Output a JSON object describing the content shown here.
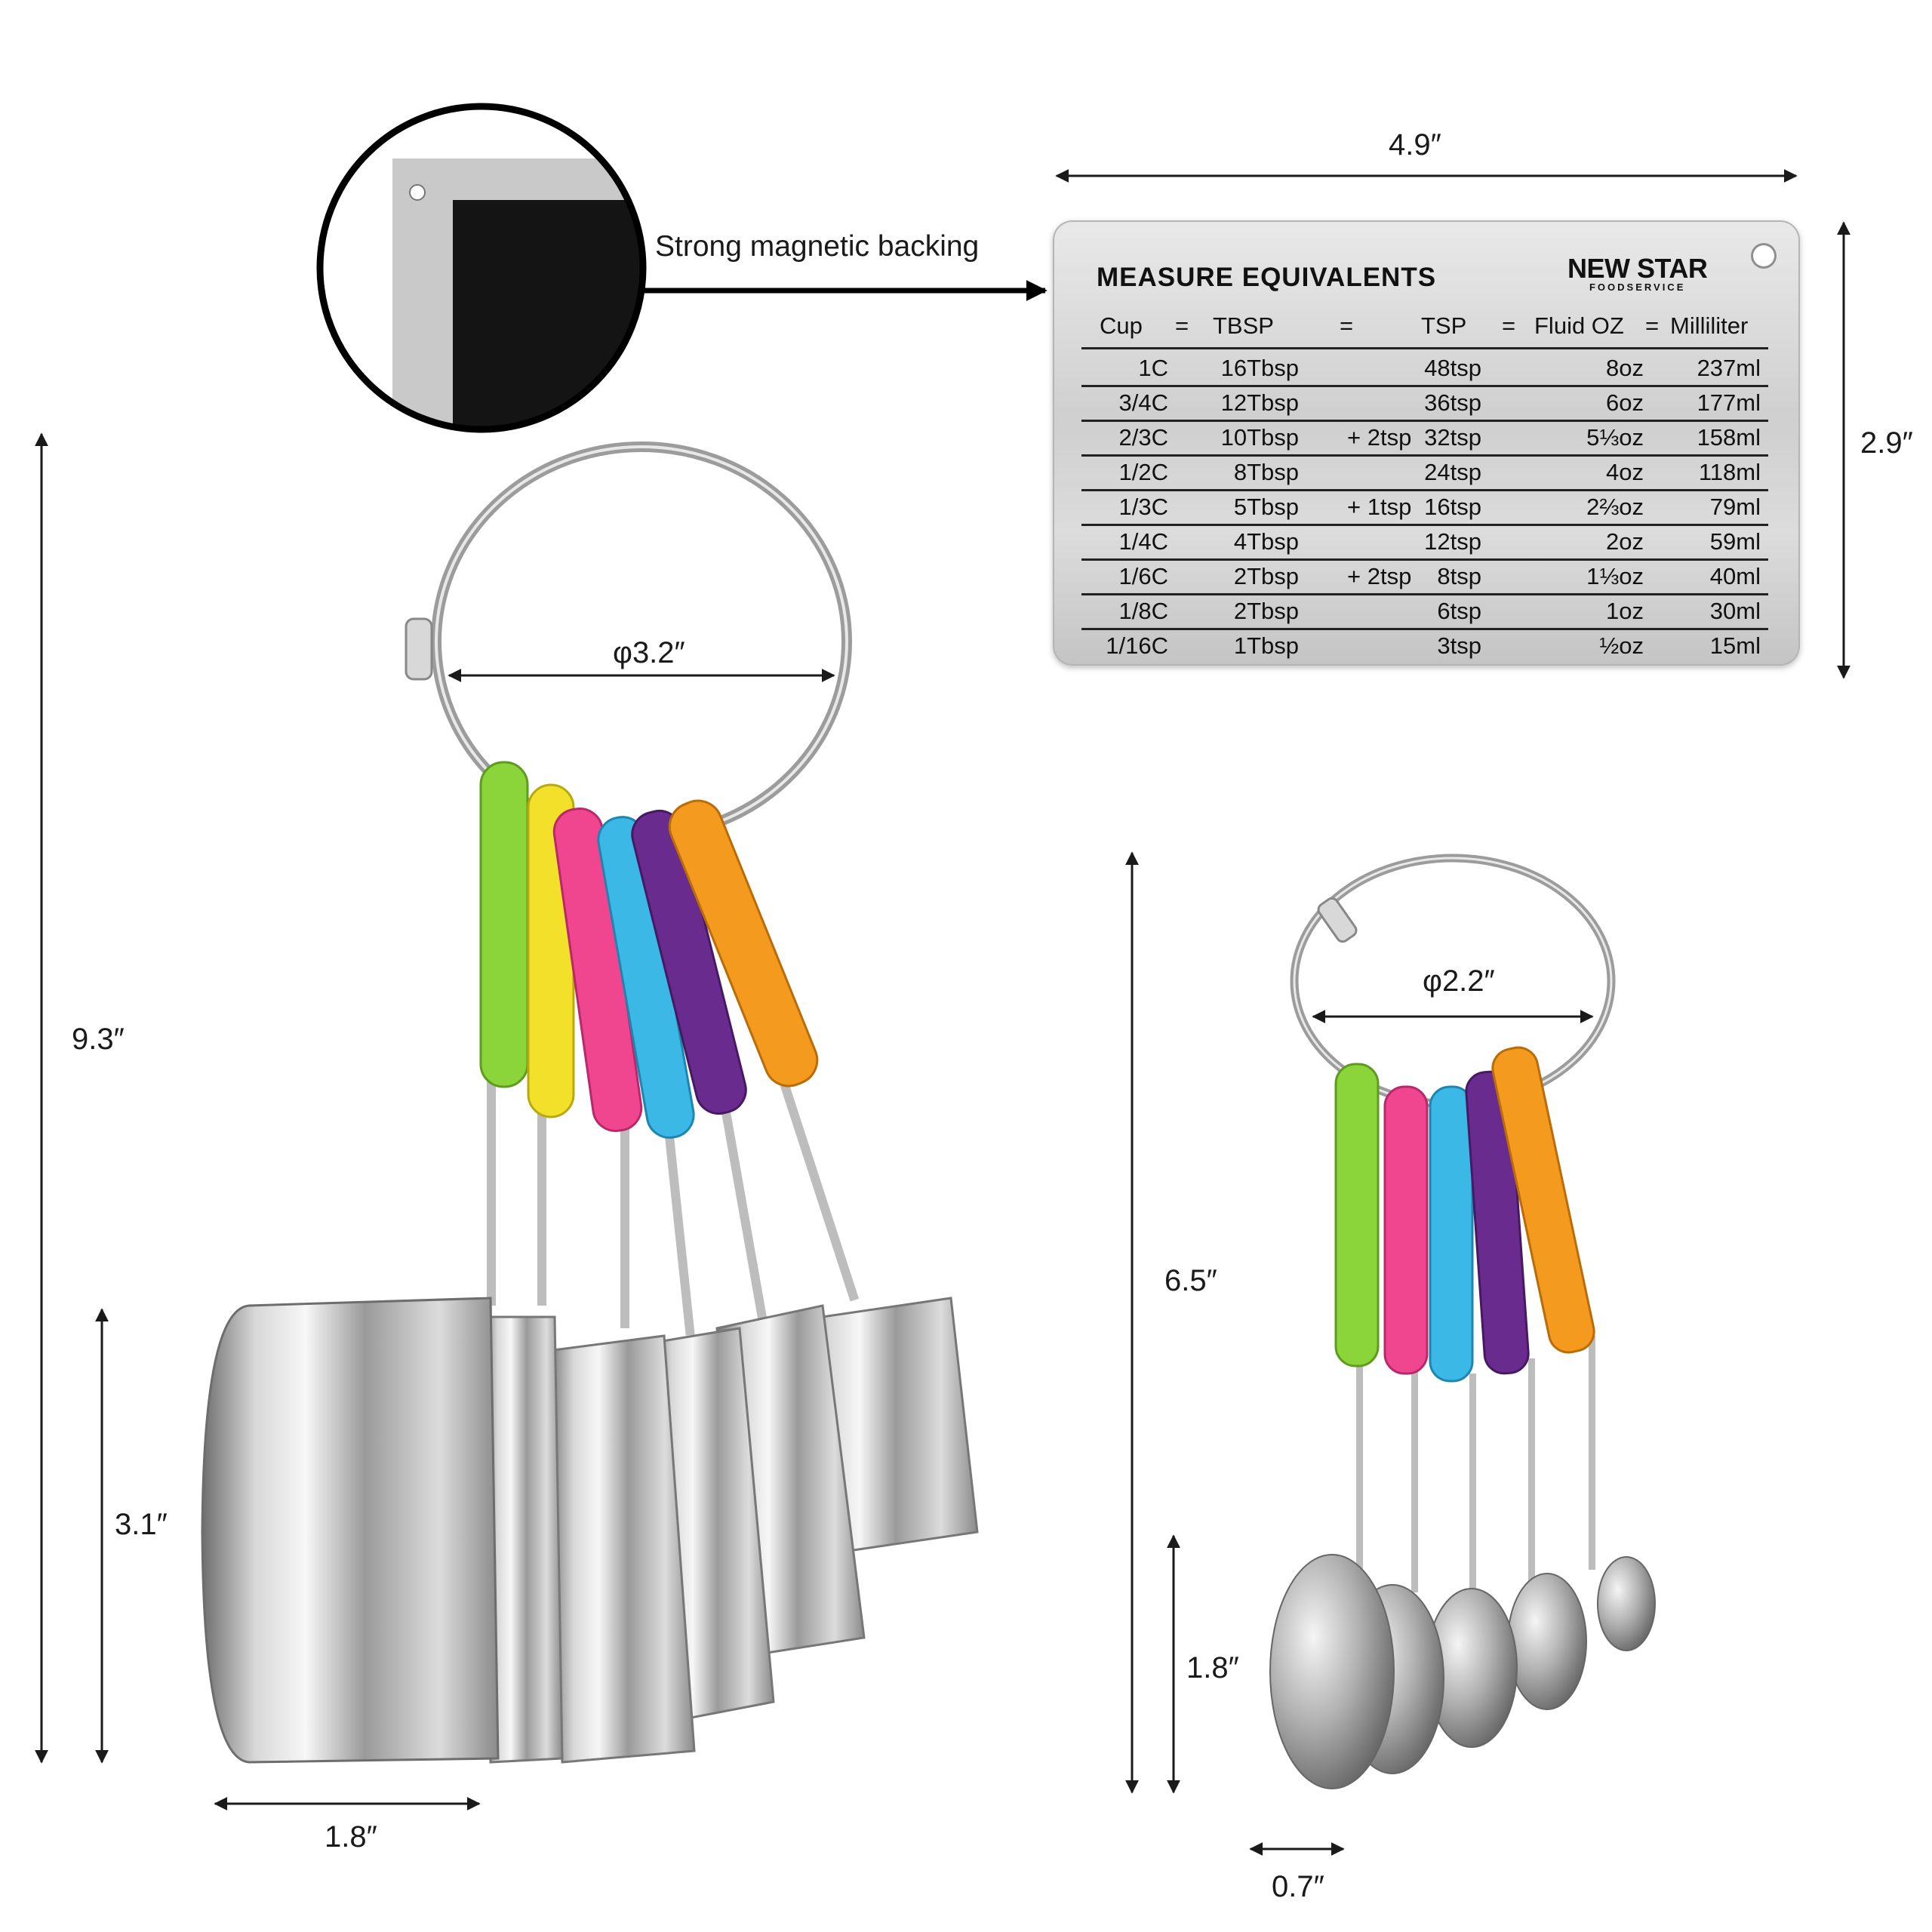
{
  "labels": {
    "width_top": "4.9″",
    "height_right": "2.9″",
    "magnetic": "Strong magnetic backing",
    "total_height": "9.3″",
    "ring_large": "φ3.2″",
    "cup_height": "3.1″",
    "cup_width": "1.8″",
    "spoon_total": "6.5″",
    "ring_small": "φ2.2″",
    "spoon_height": "1.8″",
    "spoon_width": "0.7″"
  },
  "plate": {
    "title": "MEASURE  EQUIVALENTS",
    "brand": "NEW STAR",
    "brand_sub": "FOODSERVICE",
    "headers": [
      "Cup",
      "=",
      "TBSP",
      "=",
      "TSP",
      "=",
      "Fluid OZ",
      "=",
      "Milliliter"
    ],
    "rows": [
      {
        "cup": "1C",
        "tbsp": "16Tbsp",
        "plus": "",
        "tsp": "48tsp",
        "oz": "8oz",
        "ml": "237ml"
      },
      {
        "cup": "3/4C",
        "tbsp": "12Tbsp",
        "plus": "",
        "tsp": "36tsp",
        "oz": "6oz",
        "ml": "177ml"
      },
      {
        "cup": "2/3C",
        "tbsp": "10Tbsp",
        "plus": "+ 2tsp",
        "tsp": "32tsp",
        "oz": "5⅓oz",
        "ml": "158ml"
      },
      {
        "cup": "1/2C",
        "tbsp": "8Tbsp",
        "plus": "",
        "tsp": "24tsp",
        "oz": "4oz",
        "ml": "118ml"
      },
      {
        "cup": "1/3C",
        "tbsp": "5Tbsp",
        "plus": "+ 1tsp",
        "tsp": "16tsp",
        "oz": "2⅔oz",
        "ml": "79ml"
      },
      {
        "cup": "1/4C",
        "tbsp": "4Tbsp",
        "plus": "",
        "tsp": "12tsp",
        "oz": "2oz",
        "ml": "59ml"
      },
      {
        "cup": "1/6C",
        "tbsp": "2Tbsp",
        "plus": "+ 2tsp",
        "tsp": "8tsp",
        "oz": "1⅓oz",
        "ml": "40ml"
      },
      {
        "cup": "1/8C",
        "tbsp": "2Tbsp",
        "plus": "",
        "tsp": "6tsp",
        "oz": "1oz",
        "ml": "30ml"
      },
      {
        "cup": "1/16C",
        "tbsp": "1Tbsp",
        "plus": "",
        "tsp": "3tsp",
        "oz": "½oz",
        "ml": "15ml"
      }
    ]
  },
  "colors": {
    "lime": "#8bd43a",
    "yellow": "#f2e02a",
    "pink": "#f0468f",
    "blue": "#3bb8e6",
    "purple": "#6a2b8e",
    "orange": "#f39a1f",
    "steel": "#c8c8c8"
  }
}
